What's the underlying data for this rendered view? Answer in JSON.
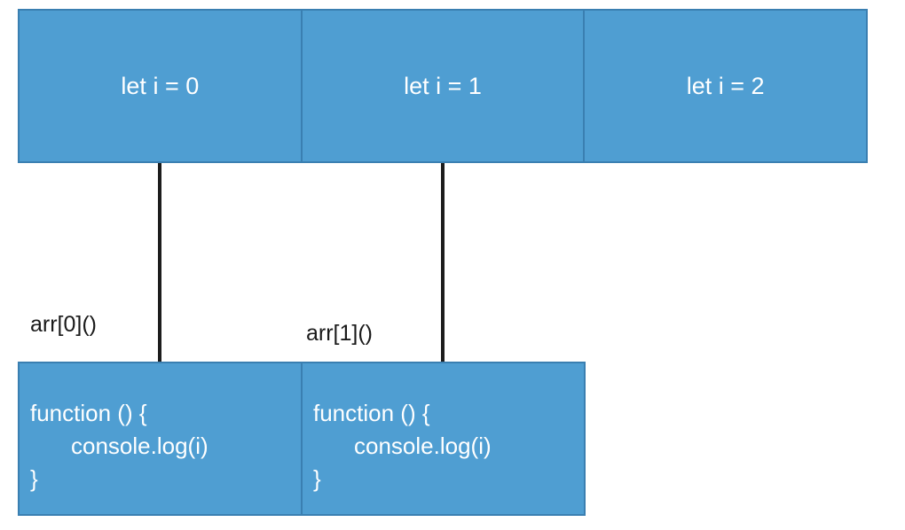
{
  "scopes": [
    {
      "label": "let i = 0"
    },
    {
      "label": "let i = 1"
    },
    {
      "label": "let i = 2"
    }
  ],
  "calls": [
    {
      "label": "arr[0]()"
    },
    {
      "label": "arr[1]()"
    }
  ],
  "functions": [
    {
      "line1": "function () {",
      "line2": "console.log(i)",
      "line3": "}"
    },
    {
      "line1": "function () {",
      "line2": "console.log(i)",
      "line3": "}"
    }
  ]
}
